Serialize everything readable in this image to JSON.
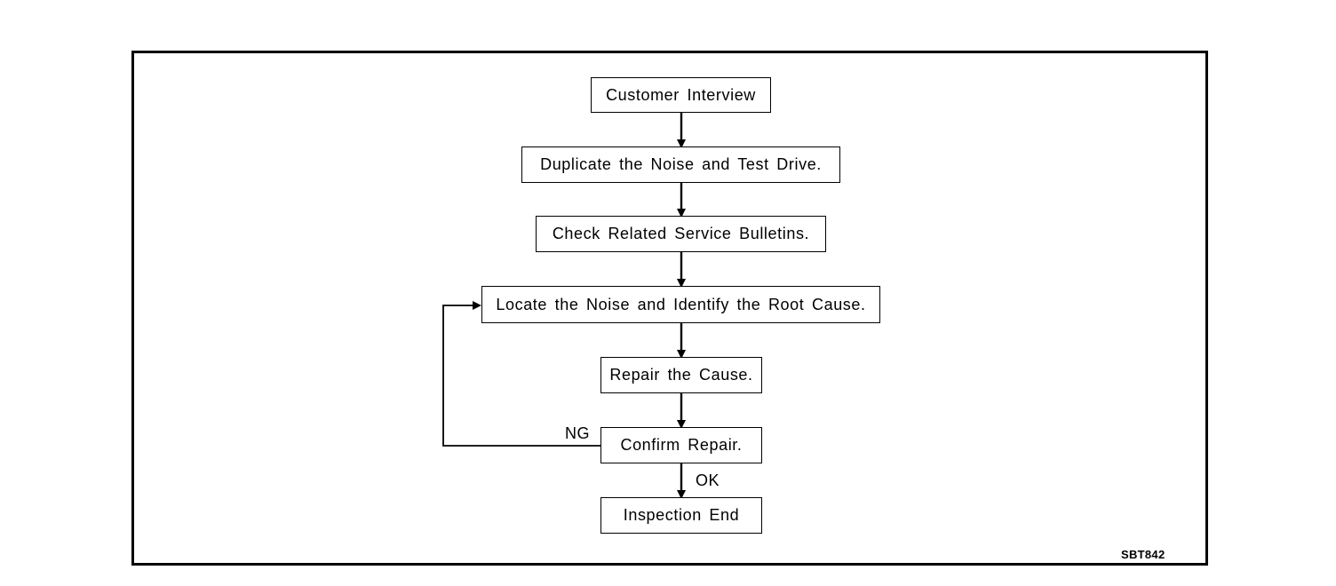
{
  "steps": [
    {
      "text": "Customer Interview"
    },
    {
      "text": "Duplicate the Noise and Test Drive."
    },
    {
      "text": "Check Related Service Bulletins."
    },
    {
      "text": "Locate the Noise and Identify the Root Cause."
    },
    {
      "text": "Repair the Cause."
    },
    {
      "text": "Confirm Repair."
    },
    {
      "text": "Inspection End"
    }
  ],
  "edge_labels": {
    "ng": "NG",
    "ok": "OK"
  },
  "figure_code": "SBT842",
  "colors": {
    "line": "#000000",
    "background": "#ffffff"
  }
}
